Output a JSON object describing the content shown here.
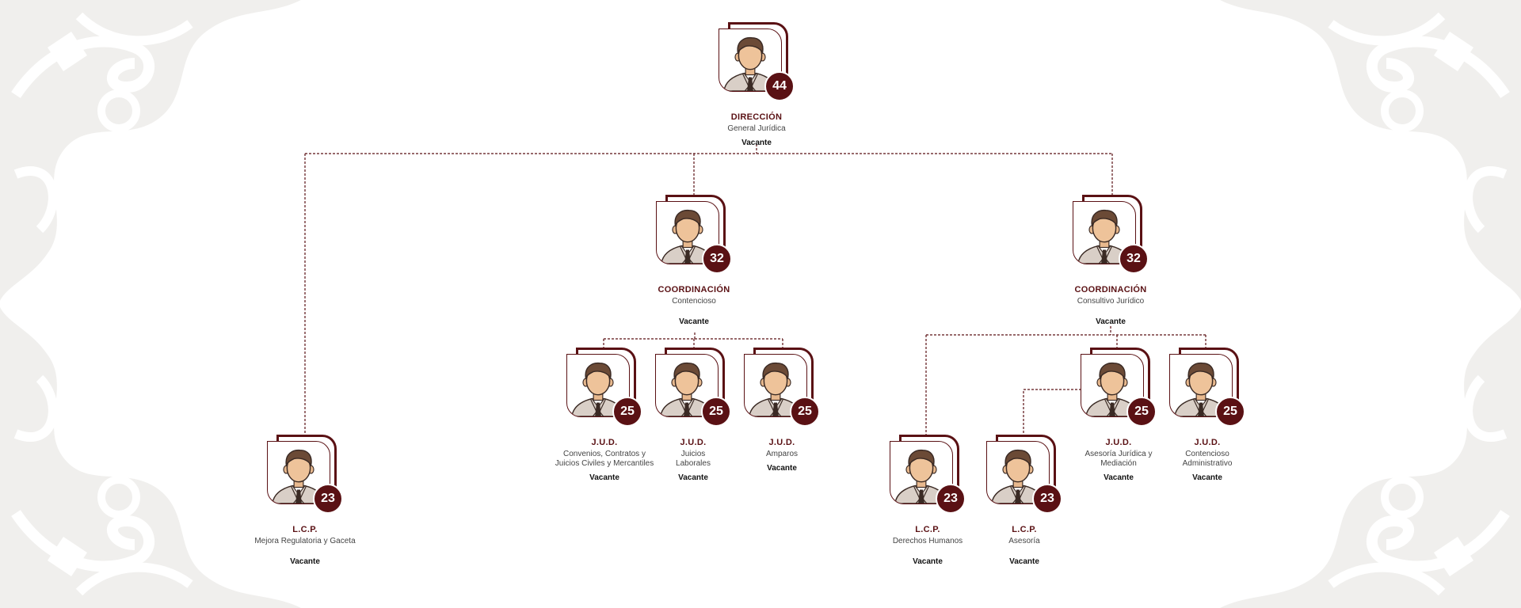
{
  "colors": {
    "accent": "#5a1114",
    "ornament": "#f0efed"
  },
  "nodes": [
    {
      "id": "dir",
      "title": "DIRECCIÓN",
      "subtitle": "General Jurídica",
      "status": "Vacante",
      "level": "44"
    },
    {
      "id": "coord1",
      "title": "COORDINACIÓN",
      "subtitle": "Contencioso",
      "status": "Vacante",
      "level": "32"
    },
    {
      "id": "coord2",
      "title": "COORDINACIÓN",
      "subtitle": "Consultivo Jurídico",
      "status": "Vacante",
      "level": "32"
    },
    {
      "id": "jud1",
      "title": "J.U.D.",
      "subtitle": "Convenios, Contratos y Juicios Civiles y Mercantiles",
      "status": "Vacante",
      "level": "25"
    },
    {
      "id": "jud2",
      "title": "J.U.D.",
      "subtitle": "Juicios Laborales",
      "status": "Vacante",
      "level": "25"
    },
    {
      "id": "jud3",
      "title": "J.U.D.",
      "subtitle": "Amparos",
      "status": "Vacante",
      "level": "25"
    },
    {
      "id": "jud4",
      "title": "J.U.D.",
      "subtitle": "Asesoría Jurídica y Mediación",
      "status": "Vacante",
      "level": "25"
    },
    {
      "id": "jud5",
      "title": "J.U.D.",
      "subtitle": "Contencioso Administrativo",
      "status": "Vacante",
      "level": "25"
    },
    {
      "id": "lcp1",
      "title": "L.C.P.",
      "subtitle": "Mejora Regulatoria y Gaceta",
      "status": "Vacante",
      "level": "23"
    },
    {
      "id": "lcp2",
      "title": "L.C.P.",
      "subtitle": "Derechos Humanos",
      "status": "Vacante",
      "level": "23"
    },
    {
      "id": "lcp3",
      "title": "L.C.P.",
      "subtitle": "Asesoría",
      "status": "Vacante",
      "level": "23"
    }
  ]
}
